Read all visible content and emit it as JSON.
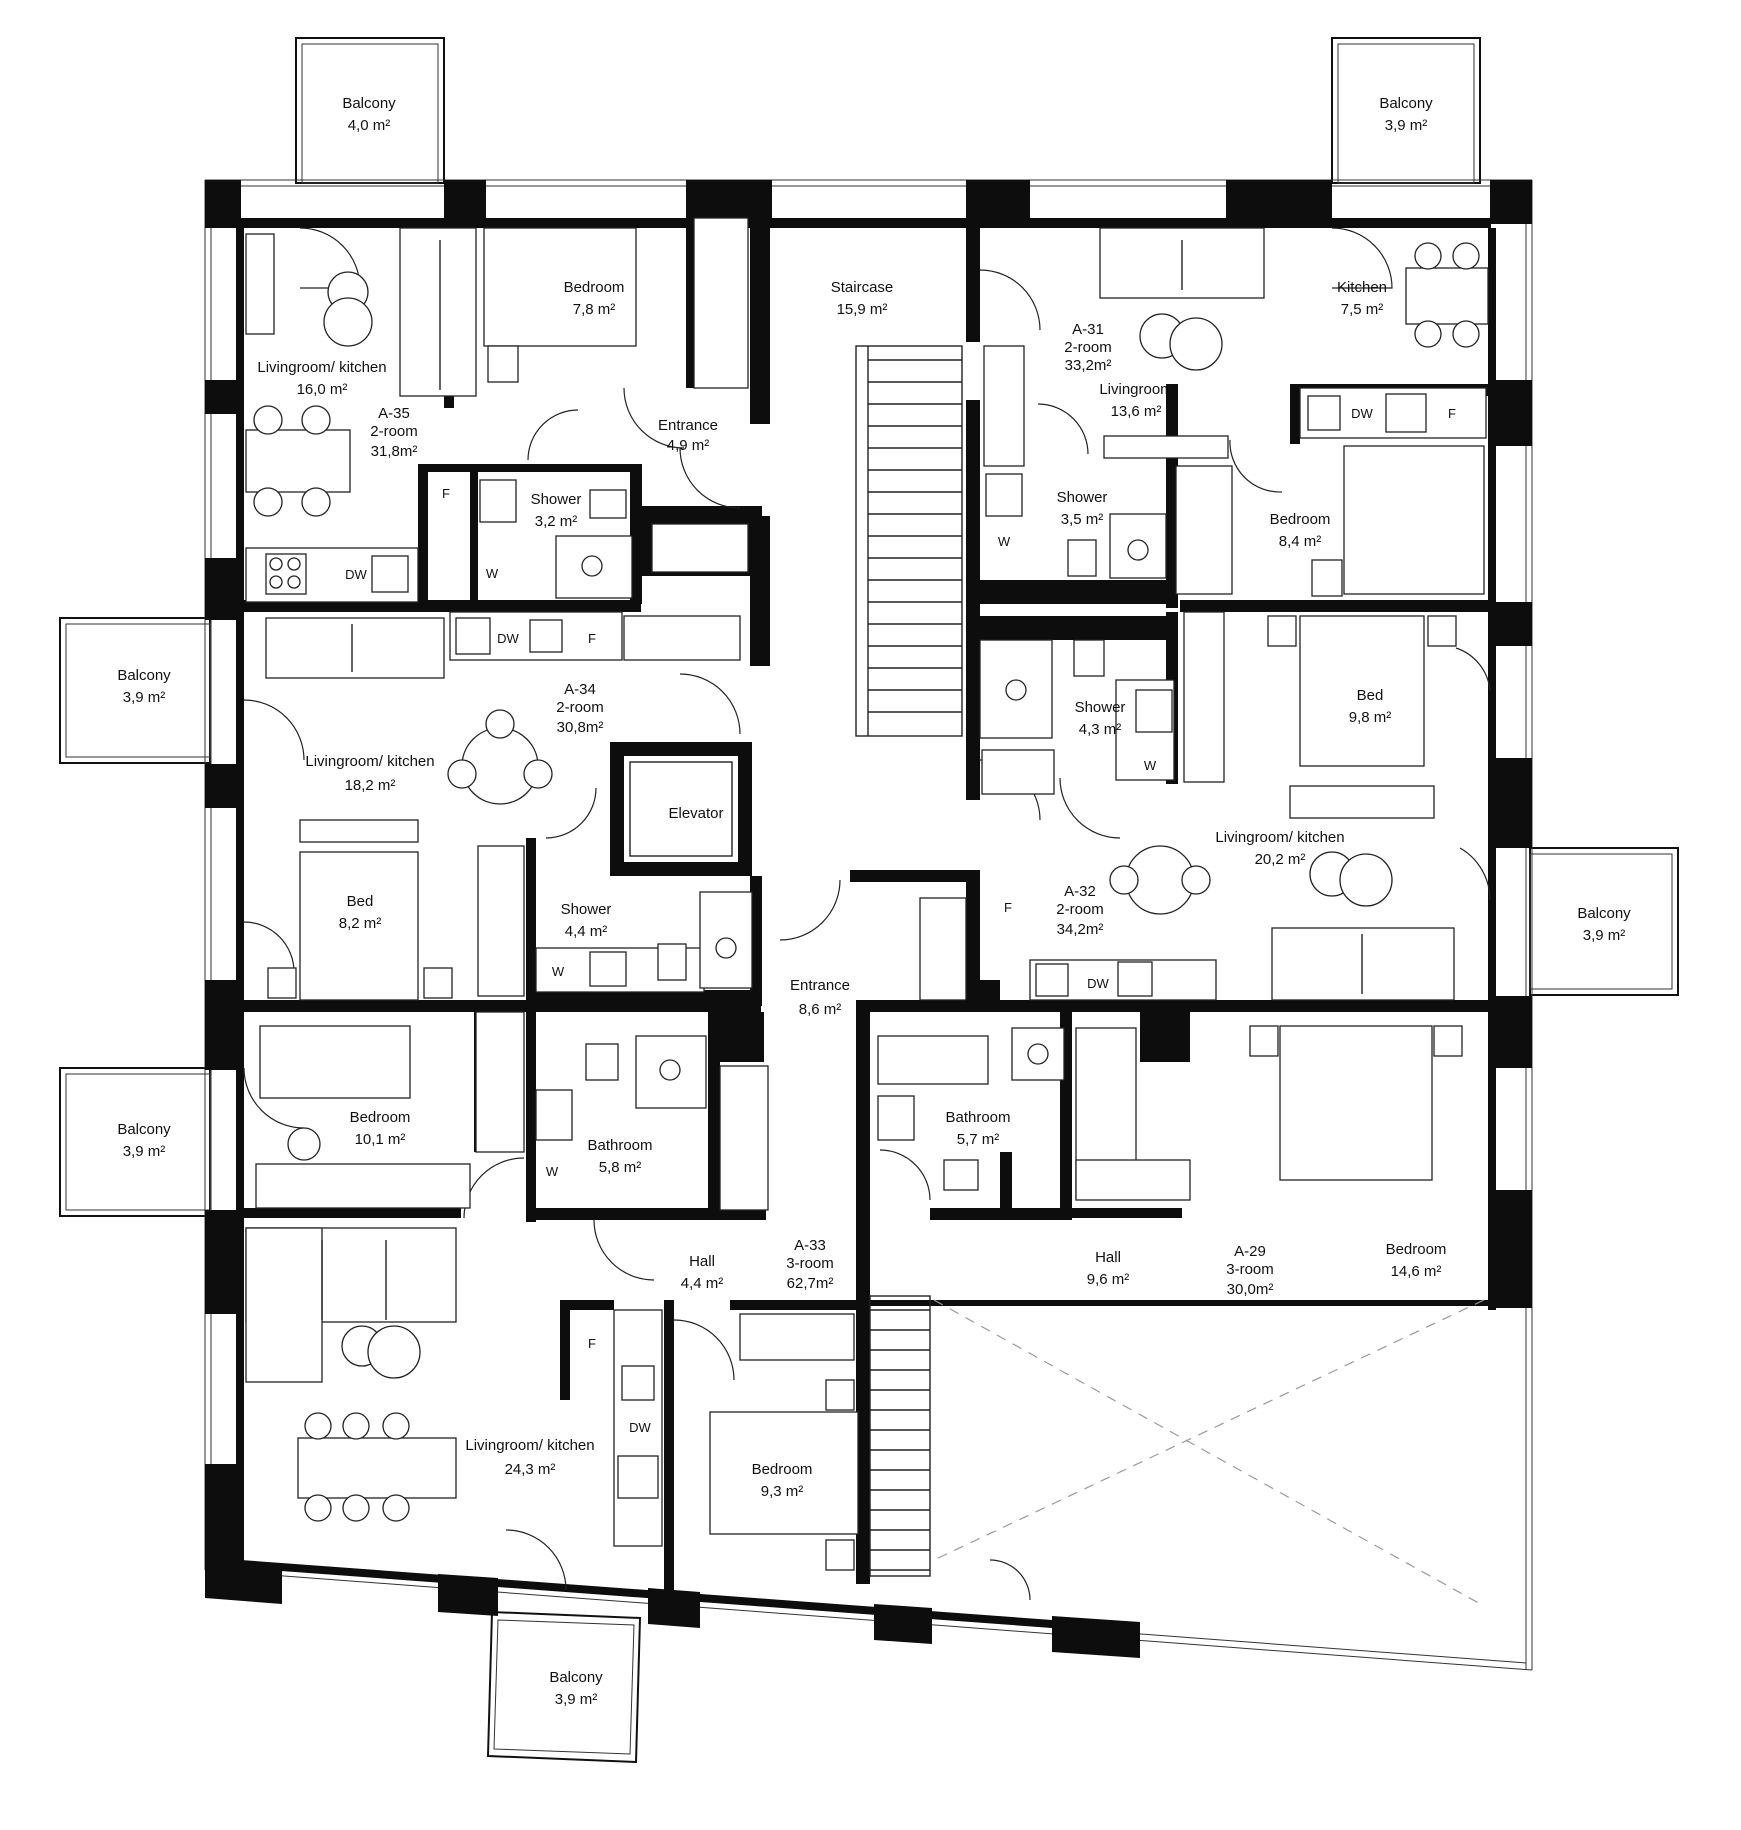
{
  "rooms": {
    "balcony_tl": {
      "name": "Balcony",
      "area": "4,0 m²"
    },
    "balcony_tr": {
      "name": "Balcony",
      "area": "3,9 m²"
    },
    "balcony_l1": {
      "name": "Balcony",
      "area": "3,9 m²"
    },
    "balcony_l2": {
      "name": "Balcony",
      "area": "3,9 m²"
    },
    "balcony_r": {
      "name": "Balcony",
      "area": "3,9 m²"
    },
    "balcony_b": {
      "name": "Balcony",
      "area": "3,9 m²"
    },
    "bedroom_35": {
      "name": "Bedroom",
      "area": "7,8 m²"
    },
    "staircase": {
      "name": "Staircase",
      "area": "15,9 m²"
    },
    "kitchen_31": {
      "name": "Kitchen",
      "area": "7,5 m²"
    },
    "livingroom_kitchen_35": {
      "name": "Livingroom/ kitchen",
      "area": "16,0 m²"
    },
    "entrance_35": {
      "name": "Entrance",
      "area": "4,9 m²"
    },
    "shower_35": {
      "name": "Shower",
      "area": "3,2 m²"
    },
    "livingroom_31": {
      "name": "Livingroom",
      "area": "13,6 m²"
    },
    "shower_31": {
      "name": "Shower",
      "area": "3,5 m²"
    },
    "bedroom_31": {
      "name": "Bedroom",
      "area": "8,4 m²"
    },
    "livingroom_kitchen_34": {
      "name": "Livingroom/ kitchen",
      "area": "18,2 m²"
    },
    "elevator": {
      "name": "Elevator"
    },
    "bed_34": {
      "name": "Bed",
      "area": "8,2 m²"
    },
    "shower_34": {
      "name": "Shower",
      "area": "4,4 m²"
    },
    "shower_32": {
      "name": "Shower",
      "area": "4,3 m²"
    },
    "bed_32": {
      "name": "Bed",
      "area": "9,8 m²"
    },
    "livingroom_kitchen_32": {
      "name": "Livingroom/ kitchen",
      "area": "20,2 m²"
    },
    "entrance_main": {
      "name": "Entrance",
      "area": "8,6 m²"
    },
    "bedroom_33a": {
      "name": "Bedroom",
      "area": "10,1 m²"
    },
    "bathroom_33": {
      "name": "Bathroom",
      "area": "5,8 m²"
    },
    "bathroom_29": {
      "name": "Bathroom",
      "area": "5,7 m²"
    },
    "hall_33": {
      "name": "Hall",
      "area": "4,4 m²"
    },
    "hall_29": {
      "name": "Hall",
      "area": "9,6 m²"
    },
    "bedroom_29": {
      "name": "Bedroom",
      "area": "14,6 m²"
    },
    "livingroom_kitchen_33": {
      "name": "Livingroom/ kitchen",
      "area": "24,3 m²"
    },
    "bedroom_33b": {
      "name": "Bedroom",
      "area": "9,3 m²"
    }
  },
  "apartments": {
    "a35": {
      "id": "A-35",
      "rooms": "2-room",
      "area": "31,8m²"
    },
    "a31": {
      "id": "A-31",
      "rooms": "2-room",
      "area": "33,2m²"
    },
    "a34": {
      "id": "A-34",
      "rooms": "2-room",
      "area": "30,8m²"
    },
    "a32": {
      "id": "A-32",
      "rooms": "2-room",
      "area": "34,2m²"
    },
    "a33": {
      "id": "A-33",
      "rooms": "3-room",
      "area": "62,7m²"
    },
    "a29": {
      "id": "A-29",
      "rooms": "3-room",
      "area": "30,0m²"
    }
  },
  "fixtures": {
    "dw": "DW",
    "fridge": "F",
    "washer": "W"
  }
}
